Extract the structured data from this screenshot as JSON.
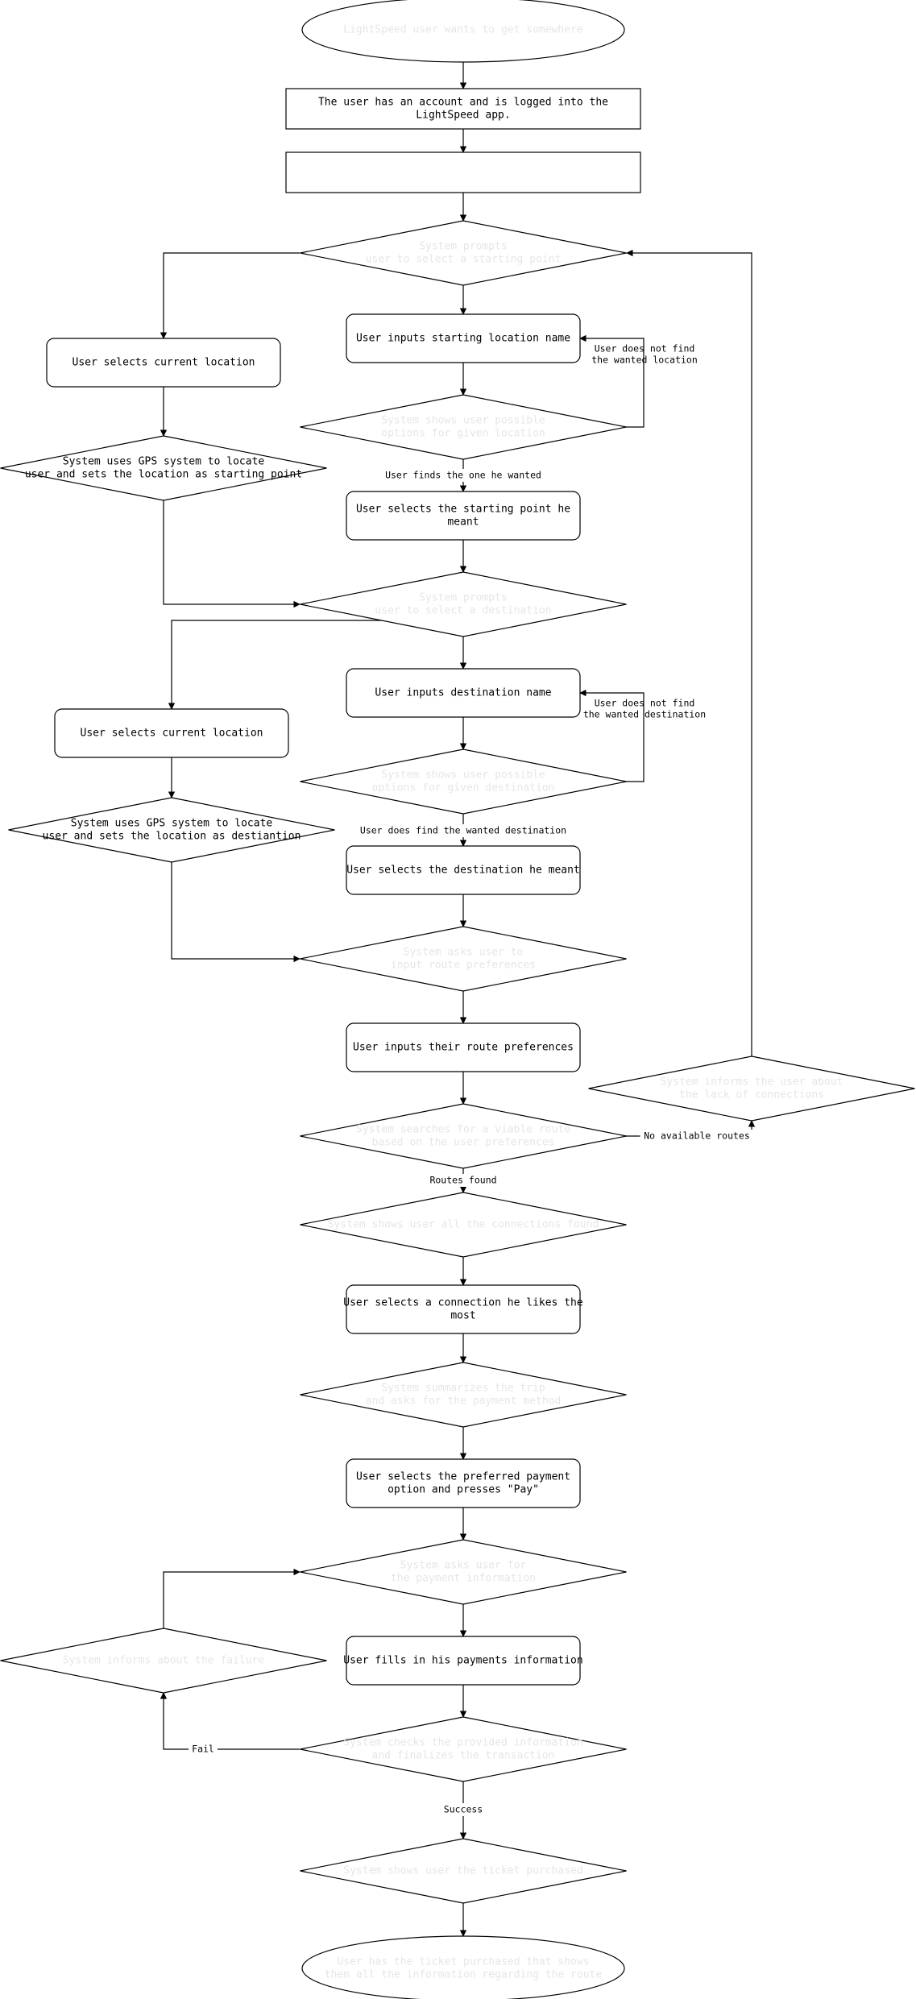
{
  "nodes": {
    "start": [
      "LightSpeed user wants to get somewhere"
    ],
    "precondition": [
      "The user has an account and is logged into the",
      "LightSpeed app."
    ],
    "blank_step": [],
    "prompt_start": [
      "System prompts",
      "user to select a starting point"
    ],
    "input_start": [
      "User inputs starting location name"
    ],
    "current_loc_1": [
      "User selects current location"
    ],
    "show_start_opts": [
      "System shows user possible",
      "options for given location"
    ],
    "gps_start": [
      "System uses GPS system to locate",
      "user and sets the location as starting point"
    ],
    "select_start": [
      "User selects the starting point he",
      "meant"
    ],
    "prompt_dest": [
      "System prompts",
      "user to select a destination"
    ],
    "input_dest": [
      "User inputs destination name"
    ],
    "current_loc_2": [
      "User selects current location"
    ],
    "show_dest_opts": [
      "System shows user possible",
      "options for given destination"
    ],
    "gps_dest": [
      "System uses GPS system to locate",
      "user and sets the location as destiantion"
    ],
    "select_dest": [
      "User selects the destination he meant"
    ],
    "ask_prefs": [
      "System asks user to",
      "input route preferences"
    ],
    "input_prefs": [
      "User inputs their route preferences"
    ],
    "notify_none": [
      "System informs the user about",
      "the lack of connections"
    ],
    "search_routes": [
      "System searches for a viable route",
      "based on the user preferences"
    ],
    "show_connections": [
      "System shows user all the connections found"
    ],
    "select_connection": [
      "User selects a connection he likes the",
      "most"
    ],
    "show_summary": [
      "System summarizes the trip",
      "and asks for the payment method"
    ],
    "select_payment": [
      "User selects the preferred payment",
      "option and presses \"Pay\""
    ],
    "ask_payment_info": [
      "System asks user for",
      "the payment information"
    ],
    "notify_fail": [
      "System informs about the failure"
    ],
    "fill_payment": [
      "User fills in his payments information"
    ],
    "verify_payment": [
      "System checks the provided information",
      "and finalizes the transaction"
    ],
    "show_ticket": [
      "System shows user the ticket purchased"
    ],
    "end": [
      "User has the ticket purchased that shows",
      "them all the information regarding the route"
    ]
  },
  "edge_labels": {
    "not_found_start": [
      "User does not find",
      "the wanted location"
    ],
    "found_start": [
      "User finds the one he wanted"
    ],
    "not_found_dest": [
      "User does not find",
      "the wanted destination"
    ],
    "found_dest": [
      "User does find the wanted destination"
    ],
    "no_routes": [
      "No available routes"
    ],
    "routes_found": [
      "Routes found"
    ],
    "fail": [
      "Fail"
    ],
    "success": [
      "Success"
    ]
  }
}
